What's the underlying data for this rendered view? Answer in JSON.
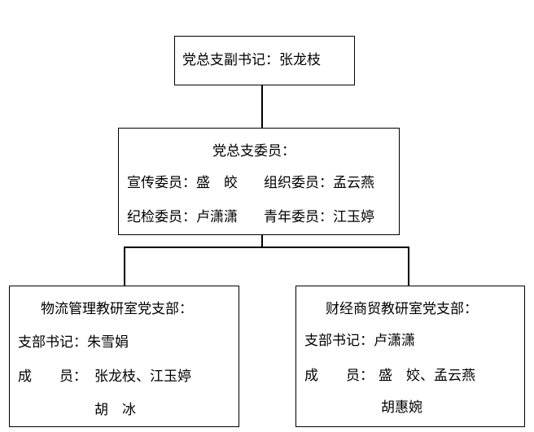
{
  "top": {
    "text": "党总支副书记：张龙枝"
  },
  "committee": {
    "title": "党总支委员：",
    "row1_left": "宣传委员：盛　皎",
    "row1_right": "组织委员：孟云燕",
    "row2_left": "纪检委员：卢潇潇",
    "row2_right": "青年委员：江玉婷"
  },
  "left_branch": {
    "title": "物流管理教研室党支部：",
    "secretary": "支部书记：朱雪娟",
    "members_label": "成　　员：",
    "members_line1": "张龙枝、江玉婷",
    "members_line2": "胡　冰"
  },
  "right_branch": {
    "title": "财经商贸教研室党支部：",
    "secretary": "支部书记：卢潇潇",
    "members_label": "成　　员：",
    "members_line1": "盛　姣、孟云燕",
    "members_line2": "胡惠婉"
  }
}
